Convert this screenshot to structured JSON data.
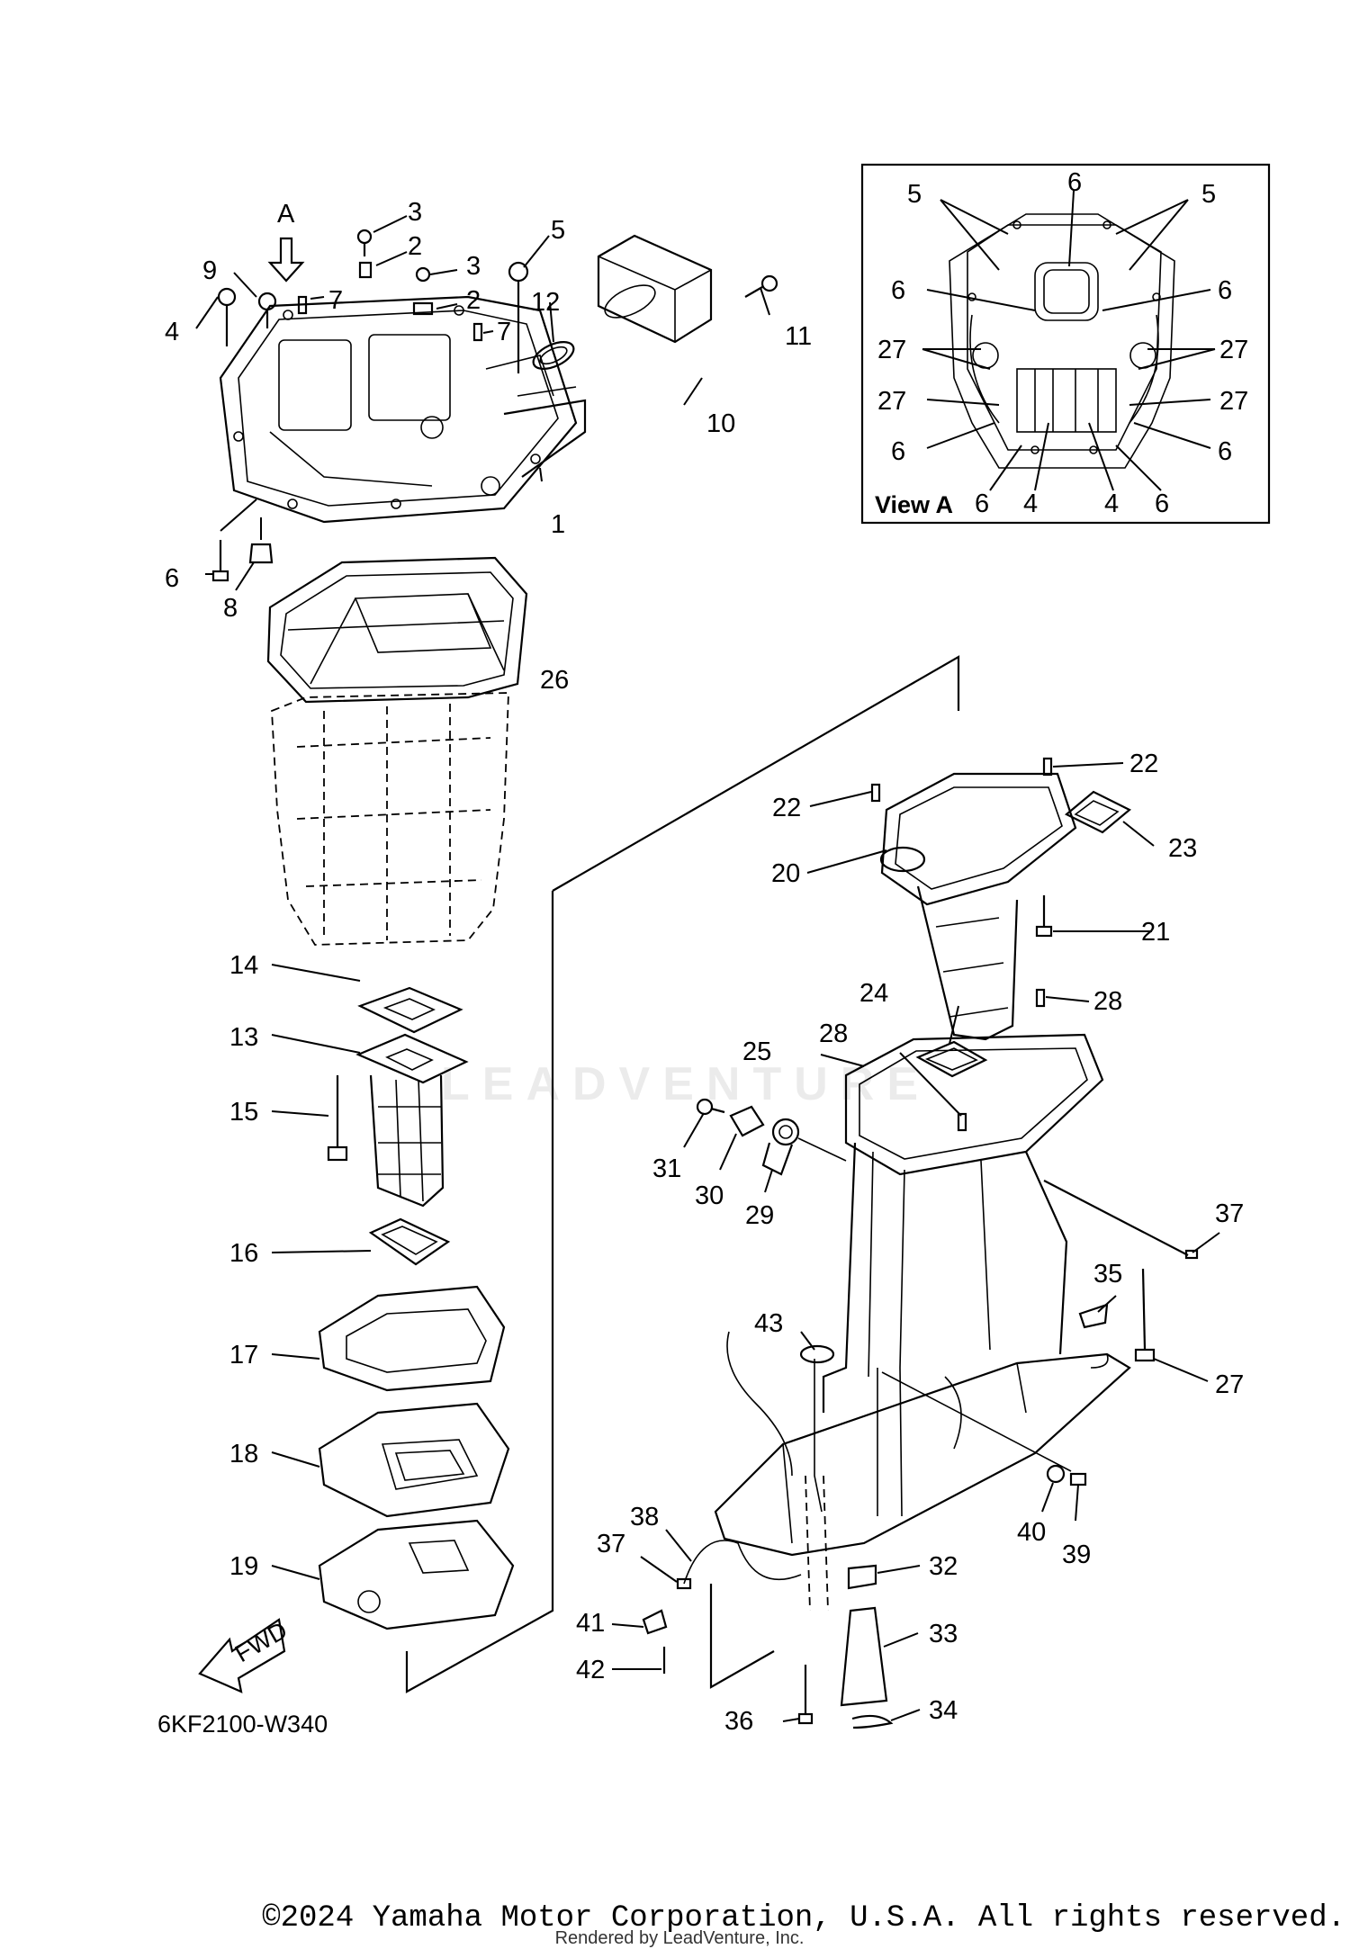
{
  "diagram_code": "6KF2100-W340",
  "view_label": "View A",
  "view_arrow_label": "A",
  "fwd_label": "FWD",
  "watermark": "LEADVENTURE",
  "copyright": "©2024 Yamaha Motor Corporation, U.S.A. All rights reserved.",
  "rendered_by": "Rendered by LeadVenture, Inc.",
  "callouts": {
    "c1": "1",
    "c2a": "2",
    "c2b": "2",
    "c3a": "3",
    "c3b": "3",
    "c4": "4",
    "c5": "5",
    "c6": "6",
    "c7a": "7",
    "c7b": "7",
    "c8": "8",
    "c9": "9",
    "c10": "10",
    "c11": "11",
    "c12": "12",
    "c13": "13",
    "c14": "14",
    "c15": "15",
    "c16": "16",
    "c17": "17",
    "c18": "18",
    "c19": "19",
    "c20": "20",
    "c21": "21",
    "c22a": "22",
    "c22b": "22",
    "c23": "23",
    "c24": "24",
    "c25": "25",
    "c26": "26",
    "c27": "27",
    "c28a": "28",
    "c28b": "28",
    "c29": "29",
    "c30": "30",
    "c31": "31",
    "c32": "32",
    "c33": "33",
    "c34": "34",
    "c35": "35",
    "c36": "36",
    "c37a": "37",
    "c37b": "37",
    "c38": "38",
    "c39": "39",
    "c40": "40",
    "c41": "41",
    "c42": "42",
    "c43": "43"
  },
  "view_a_callouts": {
    "v5a": "5",
    "v5b": "5",
    "v6top": "6",
    "v6l1": "6",
    "v6r1": "6",
    "v27l1": "27",
    "v27r1": "27",
    "v27l2": "27",
    "v27r2": "27",
    "v6l2": "6",
    "v6r2": "6",
    "v6b1": "6",
    "v4a": "4",
    "v4b": "4",
    "v6b2": "6"
  }
}
